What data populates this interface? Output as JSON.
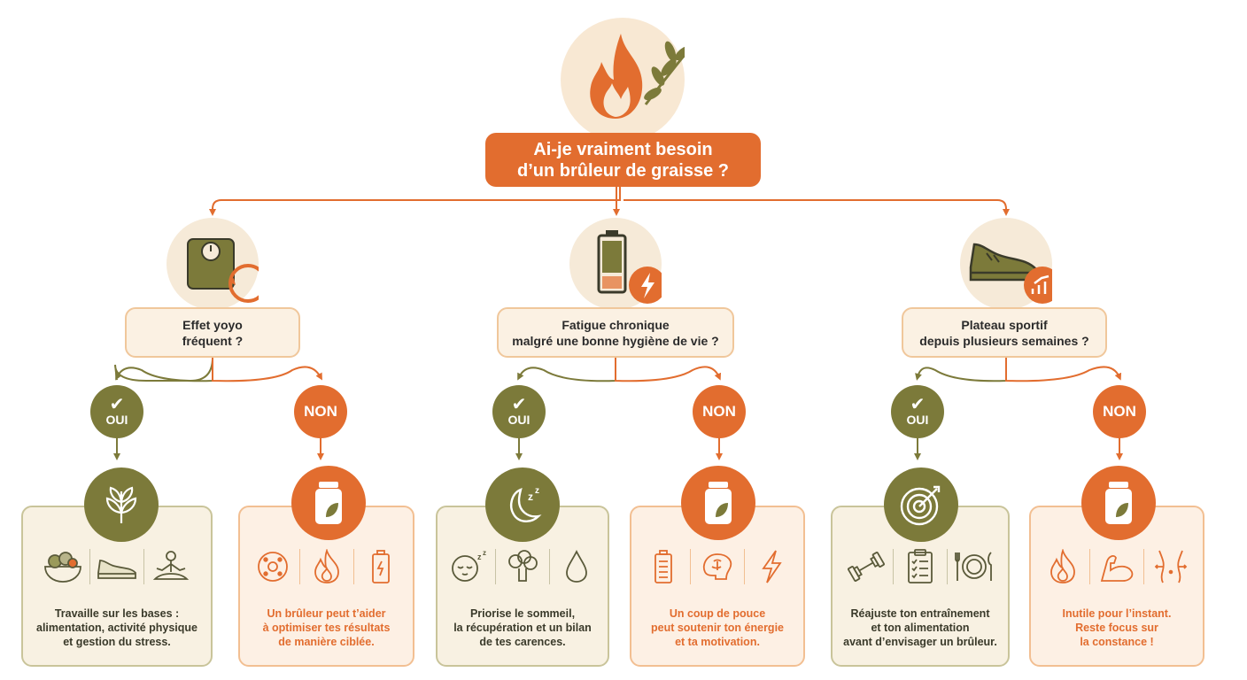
{
  "title": {
    "line1": "Ai-je vraiment besoin",
    "line2": "d’un brûleur de graisse ?"
  },
  "colors": {
    "orange": "#e26d2f",
    "olive": "#7c7a3a",
    "cream": "#f8e8d3",
    "peach": "#fdf0e4"
  },
  "hero_icons": [
    "flame-icon",
    "leaf-branch-icon"
  ],
  "branches": [
    {
      "question": {
        "line1": "Effet yoyo",
        "line2": "fréquent ?"
      },
      "icon": "scale-cycle-icon",
      "yes_label": "OUI",
      "no_label": "NON",
      "yes_result": {
        "icon": "plant-icon",
        "card_icons": [
          "salad-bowl-icon",
          "sneaker-icon",
          "meditation-icon"
        ],
        "lines": [
          "Travaille sur les bases :",
          "alimentation, activité physique",
          "et gestion du stress."
        ]
      },
      "no_result": {
        "icon": "supplement-jar-icon",
        "card_icons": [
          "metabolism-icon",
          "flame-icon",
          "battery-icon"
        ],
        "lines": [
          "Un brûleur peut t’aider",
          "à optimiser tes résultats",
          "de manière ciblée."
        ]
      }
    },
    {
      "question": {
        "line1": "Fatigue chronique",
        "line2": "malgré une bonne hygiène de vie ?"
      },
      "icon": "low-battery-bolt-icon",
      "yes_label": "OUI",
      "no_label": "NON",
      "yes_result": {
        "icon": "moon-sleep-icon",
        "card_icons": [
          "sleeping-face-icon",
          "broccoli-icon",
          "water-drop-icon"
        ],
        "lines": [
          "Priorise le sommeil,",
          "la récupération et un bilan",
          "de tes carences."
        ]
      },
      "no_result": {
        "icon": "supplement-jar-icon",
        "card_icons": [
          "battery-icon",
          "brain-icon",
          "lightning-icon"
        ],
        "lines": [
          "Un coup de pouce",
          "peut soutenir ton énergie",
          "et ta motivation."
        ]
      }
    },
    {
      "question": {
        "line1": "Plateau sportif",
        "line2": "depuis plusieurs semaines ?"
      },
      "icon": "sneaker-chart-icon",
      "yes_label": "OUI",
      "no_label": "NON",
      "yes_result": {
        "icon": "target-icon",
        "card_icons": [
          "dumbbell-icon",
          "checklist-icon",
          "plate-cutlery-icon"
        ],
        "lines": [
          "Réajuste ton entraînement",
          "et ton alimentation",
          "avant d’envisager un brûleur."
        ]
      },
      "no_result": {
        "icon": "supplement-jar-icon",
        "card_icons": [
          "flame-icon",
          "muscle-arm-icon",
          "waist-icon"
        ],
        "lines": [
          "Inutile pour l’instant.",
          "Reste focus sur",
          "la constance !"
        ]
      }
    }
  ]
}
